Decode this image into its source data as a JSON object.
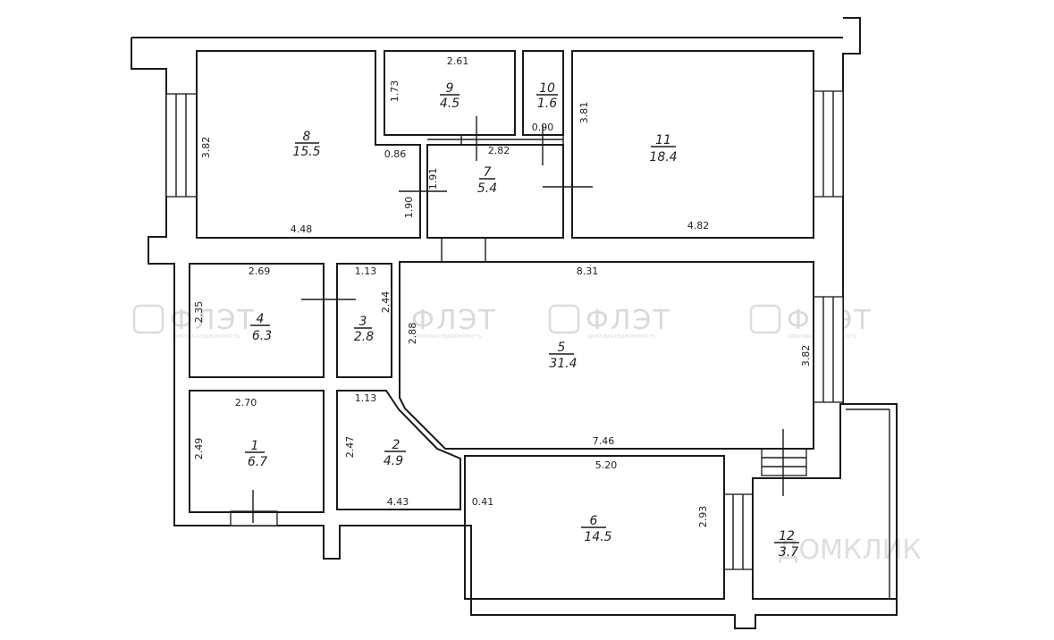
{
  "rooms": [
    {
      "id": "1",
      "number": "1",
      "area": "6.7"
    },
    {
      "id": "2",
      "number": "2",
      "area": "4.9"
    },
    {
      "id": "3",
      "number": "3",
      "area": "2.8"
    },
    {
      "id": "4",
      "number": "4",
      "area": "6.3"
    },
    {
      "id": "5",
      "number": "5",
      "area": "31.4"
    },
    {
      "id": "6",
      "number": "6",
      "area": "14.5"
    },
    {
      "id": "7",
      "number": "7",
      "area": "5.4"
    },
    {
      "id": "8",
      "number": "8",
      "area": "15.5"
    },
    {
      "id": "9",
      "number": "9",
      "area": "4.5"
    },
    {
      "id": "10",
      "number": "10",
      "area": "1.6"
    },
    {
      "id": "11",
      "number": "11",
      "area": "18.4"
    },
    {
      "id": "12",
      "number": "12",
      "area": "3.7"
    }
  ],
  "dimensions": {
    "r8_height": "3.82",
    "r8_width": "4.48",
    "r8_inner": "0.86",
    "r7_h1": "1.90",
    "r7_h2": "1.91",
    "r9_width": "2.61",
    "r9_height": "1.73",
    "r7_width": "2.82",
    "r10_width": "0.90",
    "r11_height": "3.81",
    "r11_width": "4.82",
    "r4_width": "2.69",
    "r4_height": "2.35",
    "r3_width": "1.13",
    "r3_height": "2.44",
    "r5_width_top": "8.31",
    "r5_height_left": "2.88",
    "r5_height_right": "3.82",
    "r5_width_bottom": "7.46",
    "r1_width": "2.70",
    "r1_height": "2.49",
    "r2_width_top": "1.13",
    "r2_height": "2.47",
    "r2_width_bottom": "4.43",
    "r6_width": "5.20",
    "r6_height": "2.93",
    "r6_gap": "0.41"
  },
  "watermark": {
    "brand": "ФЛЭТ",
    "subtitle": "ЦИФРОВАЯ НЕДВИЖИМОСТЬ",
    "second": "ДОМКЛИК"
  }
}
